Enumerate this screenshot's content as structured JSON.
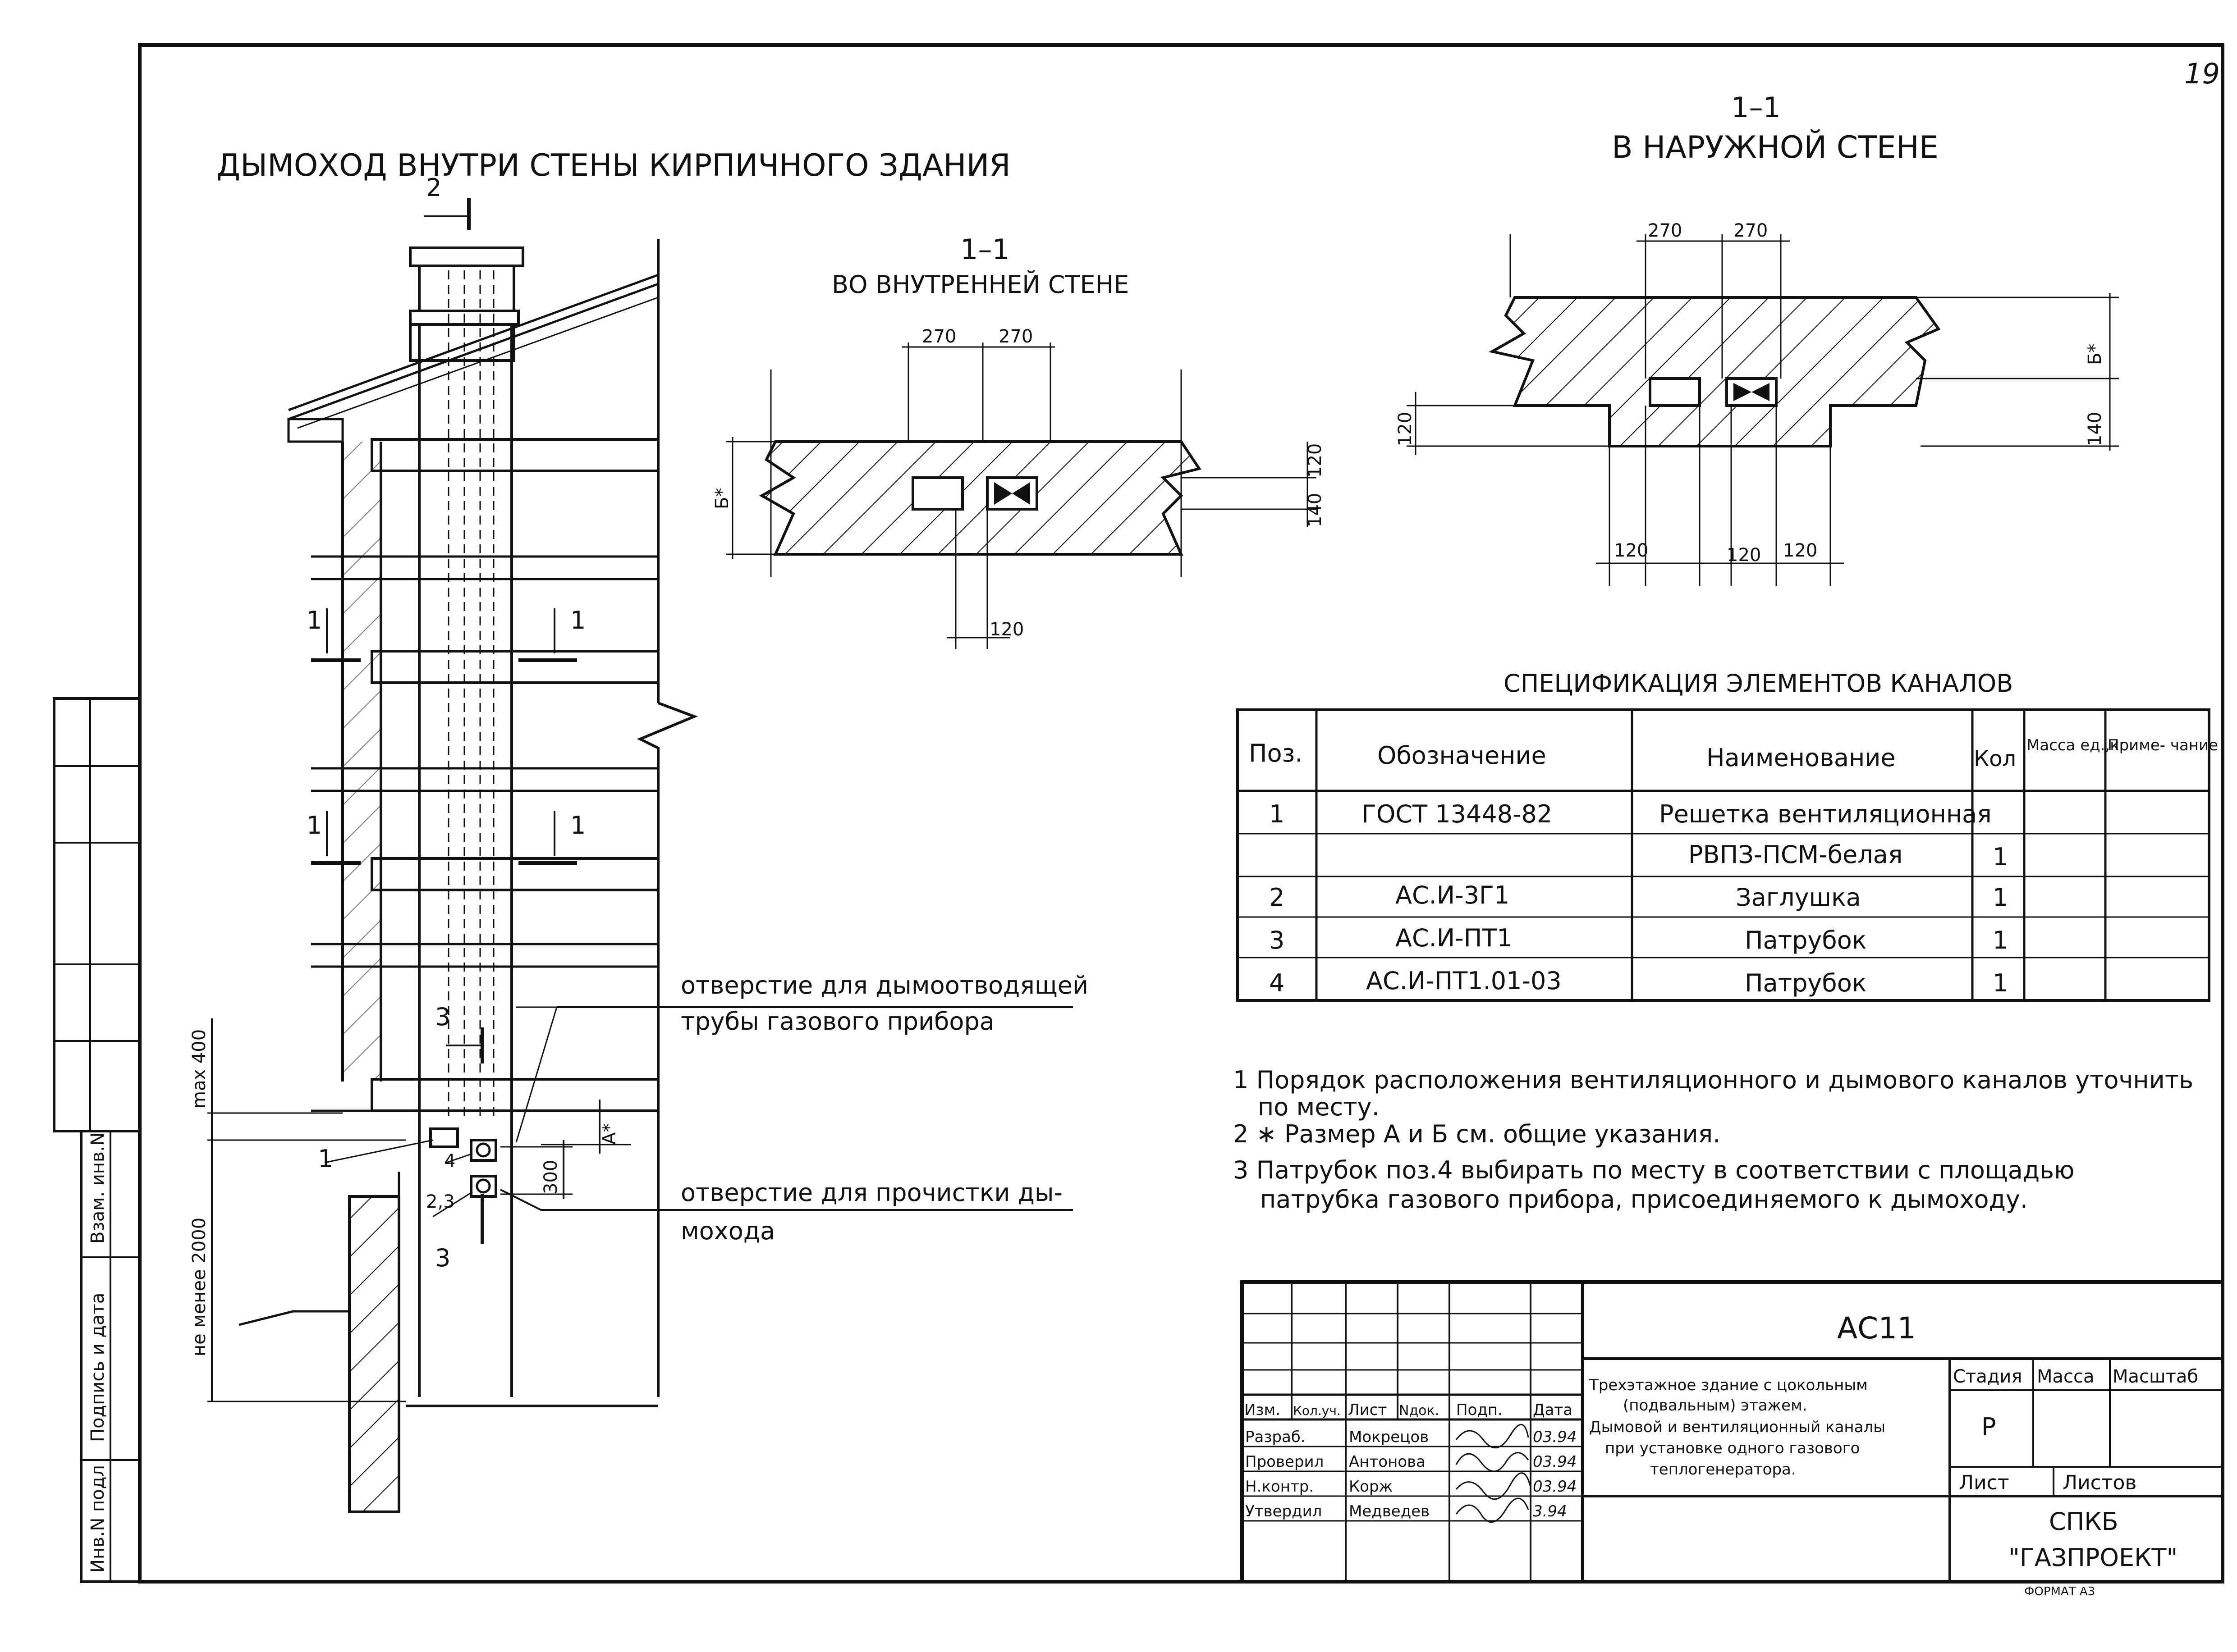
{
  "page_number": "19",
  "main_title": "ДЫМОХОД ВНУТРИ СТЕНЫ КИРПИЧНОГО ЗДАНИЯ",
  "section_inner": {
    "label": "1–1",
    "subtitle": "ВО ВНУТРЕННЕЙ СТЕНЕ",
    "dims": [
      "270",
      "270",
      "120",
      "140",
      "120",
      "Б*"
    ]
  },
  "section_outer": {
    "label": "1–1",
    "subtitle": "В НАРУЖНОЙ СТЕНЕ",
    "dims": [
      "270",
      "270",
      "120",
      "120",
      "120",
      "120",
      "140",
      "Б*"
    ]
  },
  "elevation": {
    "labels": [
      "2",
      "1",
      "1",
      "1",
      "1",
      "3",
      "3",
      "1",
      "4",
      "2,3",
      "А*",
      "300",
      "max 400",
      "не менее 2000"
    ],
    "callout_flue_1": "отверстие для дымоотводящей",
    "callout_flue_2": "трубы газового прибора",
    "callout_clean_1": "отверстие для прочистки ды-",
    "callout_clean_2": "мохода"
  },
  "spec": {
    "title": "СПЕЦИФИКАЦИЯ ЭЛЕМЕНТОВ КАНАЛОВ",
    "headers": [
      "Поз.",
      "Обозначение",
      "Наименование",
      "Кол",
      "Масса ед.,кг",
      "Приме- чание"
    ],
    "rows": [
      [
        "1",
        "ГОСТ 13448-82",
        "Решетка вентиляционная",
        "",
        "",
        ""
      ],
      [
        "",
        "",
        "РВПЗ-ПСМ-белая",
        "1",
        "",
        ""
      ],
      [
        "2",
        "АС.И-3Г1",
        "Заглушка",
        "1",
        "",
        ""
      ],
      [
        "3",
        "АС.И-ПТ1",
        "Патрубок",
        "1",
        "",
        ""
      ],
      [
        "4",
        "АС.И-ПТ1.01-03",
        "Патрубок",
        "1",
        "",
        ""
      ]
    ]
  },
  "notes": [
    "1 Порядок расположения вентиляционного и дымового каналов уточнить",
    "по месту.",
    "2 ∗ Размер А и Б см. общие указания.",
    "3 Патрубок поз.4 выбирать по месту в соответствии с площадью",
    "патрубка газового прибора, присоединяемого к дымоходу."
  ],
  "side_stamp": [
    "Взам. инв.N",
    "Подпись и дата",
    "Инв.N подл"
  ],
  "title_block": {
    "code": "АС11",
    "description": [
      "Трехэтажное здание с цокольным",
      "(подвальным) этажем.",
      "Дымовой и вентиляционный каналы",
      "при установке одного газового",
      "теплогенератора."
    ],
    "col_headers": [
      "Изм.",
      "Кол.уч.",
      "Лист",
      "Nдок.",
      "Подп.",
      "Дата"
    ],
    "people": [
      {
        "role": "Разраб.",
        "name": "Мокрецов",
        "date": "03.94"
      },
      {
        "role": "Проверил",
        "name": "Антонова",
        "date": "03.94"
      },
      {
        "role": "Н.контр.",
        "name": "Корж",
        "date": "03.94"
      },
      {
        "role": "Утвердил",
        "name": "Медведев",
        "date": "3.94"
      }
    ],
    "stage_headers": [
      "Стадия",
      "Масса",
      "Масштаб"
    ],
    "stage": "Р",
    "sheet_headers": [
      "Лист",
      "Листов"
    ],
    "org": [
      "СПКБ",
      "\"ГАЗПРОЕКТ\""
    ],
    "format": "ФОРМАТ А3"
  }
}
